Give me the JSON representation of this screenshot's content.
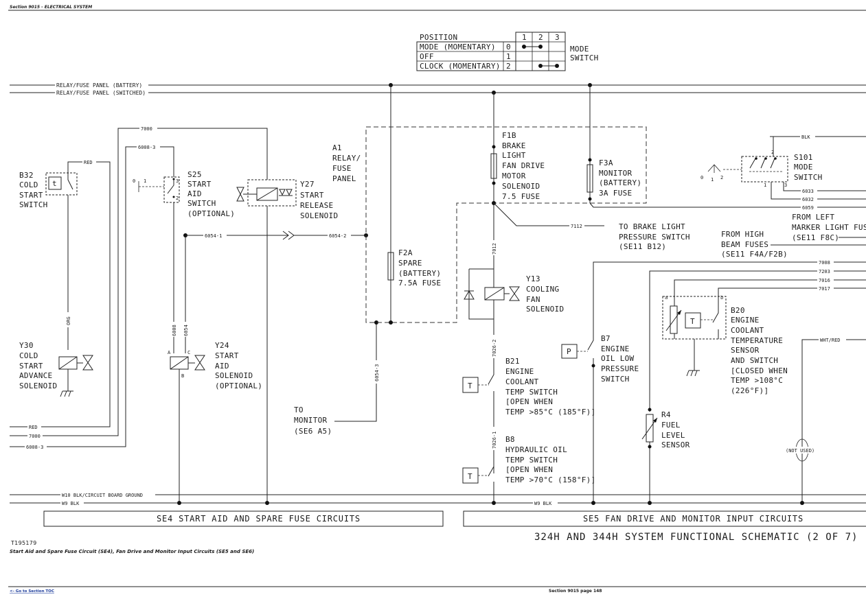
{
  "page": {
    "section_header": "Section 9015 - ELECTRICAL SYSTEM",
    "figure_id": "T195179",
    "caption": "Start Aid and Spare Fuse Circuit (SE4), Fan Drive and Monitor Input Circuits (SE5 and SE6)",
    "footer_link": "<- Go to Section TOC",
    "footer_page": "Section 9015 page 148",
    "title": "324H AND 344H SYSTEM FUNCTIONAL SCHEMATIC (2 OF 7)",
    "band_se4": "SE4 START AID AND SPARE FUSE CIRCUITS",
    "band_se5": "SE5 FAN DRIVE AND MONITOR INPUT CIRCUITS"
  },
  "mode_table": {
    "header": "POSITION",
    "cols": [
      "1",
      "2",
      "3"
    ],
    "rows": [
      {
        "label": "MODE (MOMENTARY)",
        "num": "0"
      },
      {
        "label": "OFF",
        "num": "1"
      },
      {
        "label": "CLOCK (MOMENTARY)",
        "num": "2"
      }
    ],
    "name": [
      "MODE",
      "SWITCH"
    ]
  },
  "buses": {
    "battery": "RELAY/FUSE PANEL (BATTERY)",
    "switched": "RELAY/FUSE PANEL (SWITCHED)",
    "w10": "W10 BLK/CIRCUIT BOARD GROUND",
    "w9_left": "W9 BLK",
    "w9_right": "W9 BLK"
  },
  "wires": {
    "w7000": "7000",
    "w6008_3": "6008-3",
    "red": "RED",
    "org": "ORG",
    "w6054_1": "6054-1",
    "w6054_2": "6054-2",
    "w6054_3": "6054-3",
    "w6008": "6008",
    "w6054": "6054",
    "w7112": "7112",
    "w7012": "7012",
    "w7026_2": "7026-2",
    "w7026_1": "7026-1",
    "blk": "BLK",
    "w6033": "6033",
    "w6032": "6032",
    "w6059": "6059",
    "w7008": "7008",
    "w7203": "7203",
    "w7016": "7016",
    "w7017": "7017",
    "whtred": "WHT/RED",
    "left_red": "RED",
    "left_7000": "7000",
    "left_6008_3": "6008-3"
  },
  "components": {
    "b32": [
      "B32",
      "COLD",
      "START",
      "SWITCH"
    ],
    "s25": [
      "S25",
      "START",
      "AID",
      "SWITCH",
      "(OPTIONAL)"
    ],
    "y27": [
      "Y27",
      "START",
      "RELEASE",
      "SOLENOID"
    ],
    "a1": [
      "A1",
      "RELAY/",
      "FUSE",
      "PANEL"
    ],
    "f1b": [
      "F1B",
      "BRAKE",
      "LIGHT",
      "FAN DRIVE",
      "MOTOR",
      "SOLENOID",
      "7.5 FUSE"
    ],
    "f3a": [
      "F3A",
      "MONITOR",
      "(BATTERY)",
      "3A FUSE"
    ],
    "f2a": [
      "F2A",
      "SPARE",
      "(BATTERY)",
      "7.5A FUSE"
    ],
    "s101": [
      "S101",
      "MODE",
      "SWITCH"
    ],
    "y30": [
      "Y30",
      "COLD",
      "START",
      "ADVANCE",
      "SOLENOID"
    ],
    "y24": [
      "Y24",
      "START",
      "AID",
      "SOLENOID",
      "(OPTIONAL)"
    ],
    "y13": [
      "Y13",
      "COOLING",
      "FAN",
      "SOLENOID"
    ],
    "b21": [
      "B21",
      "ENGINE",
      "COOLANT",
      "TEMP SWITCH",
      "[OPEN WHEN",
      "TEMP >85°C (185°F)]"
    ],
    "b8": [
      "B8",
      "HYDRAULIC OIL",
      "TEMP SWITCH",
      "[OPEN WHEN",
      "TEMP >70°C (158°F)]"
    ],
    "b7": [
      "B7",
      "ENGINE",
      "OIL LOW",
      "PRESSURE",
      "SWITCH"
    ],
    "b20": [
      "B20",
      "ENGINE",
      "COOLANT",
      "TEMPERATURE",
      "SENSOR",
      "AND SWITCH",
      "[CLOSED WHEN",
      "TEMP >108°C",
      "(226°F)]"
    ],
    "r4": [
      "R4",
      "FUEL",
      "LEVEL",
      "SENSOR"
    ]
  },
  "notes": {
    "to_monitor": [
      "TO",
      "MONITOR",
      "(SE6 A5)"
    ],
    "to_brake": [
      "TO BRAKE LIGHT",
      "PRESSURE SWITCH",
      "(SE11 B12)"
    ],
    "from_left": [
      "FROM LEFT",
      "MARKER LIGHT FUSE",
      "(SE11 F8C)"
    ],
    "from_high": [
      "FROM HIGH",
      "BEAM FUSES",
      "(SE11 F4A/F2B)"
    ],
    "not_used": "(NOT USED)"
  },
  "pin_labels": {
    "s25_3": "3",
    "s25_2": "2",
    "s25_1": "1",
    "s25_0": "0",
    "y24_a": "A",
    "y24_b": "B",
    "y24_c": "C",
    "s101_2": "2",
    "s101_1": "1",
    "s101_3": "3",
    "s101_sym_0": "0",
    "s101_sym_1": "1",
    "s101_sym_2": "2",
    "b20_a": "a",
    "b20_b": "b",
    "t": "T",
    "tl": "t",
    "p": "P"
  },
  "icons": [
    "ground-icon",
    "relay-coil-icon",
    "diode-icon",
    "fuse-icon",
    "switch-icon",
    "sensor-icon"
  ]
}
